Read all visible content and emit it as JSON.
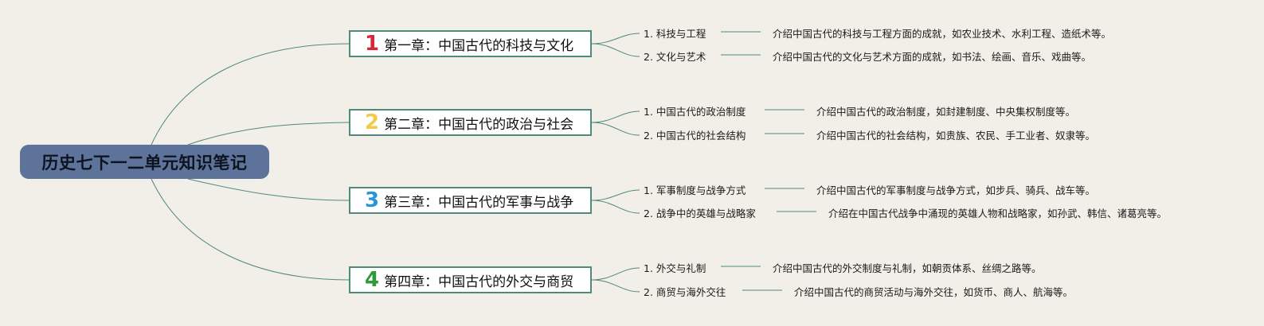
{
  "root": {
    "title": "历史七下一二单元知识笔记"
  },
  "chapters": [
    {
      "number": "1",
      "color": "#d9263a",
      "title": "第一章：中国古代的科技与文化",
      "items": [
        {
          "label": "1. 科技与工程",
          "desc": "介绍中国古代的科技与工程方面的成就，如农业技术、水利工程、造纸术等。"
        },
        {
          "label": "2. 文化与艺术",
          "desc": "介绍中国古代的文化与艺术方面的成就，如书法、绘画、音乐、戏曲等。"
        }
      ]
    },
    {
      "number": "2",
      "color": "#f2cb4a",
      "title": "第二章：中国古代的政治与社会",
      "items": [
        {
          "label": "1. 中国古代的政治制度",
          "desc": "介绍中国古代的政治制度，如封建制度、中央集权制度等。"
        },
        {
          "label": "2. 中国古代的社会结构",
          "desc": "介绍中国古代的社会结构，如贵族、农民、手工业者、奴隶等。"
        }
      ]
    },
    {
      "number": "3",
      "color": "#2a95d4",
      "title": "第三章：中国古代的军事与战争",
      "items": [
        {
          "label": "1. 军事制度与战争方式",
          "desc": "介绍中国古代的军事制度与战争方式，如步兵、骑兵、战车等。"
        },
        {
          "label": "2. 战争中的英雄与战略家",
          "desc": "介绍在中国古代战争中涌现的英雄人物和战略家，如孙武、韩信、诸葛亮等。"
        }
      ]
    },
    {
      "number": "4",
      "color": "#2e9a3a",
      "title": "第四章：中国古代的外交与商贸",
      "items": [
        {
          "label": "1. 外交与礼制",
          "desc": "介绍中国古代的外交制度与礼制，如朝贡体系、丝绸之路等。"
        },
        {
          "label": "2. 商贸与海外交往",
          "desc": "介绍中国古代的商贸活动与海外交往，如货币、商人、航海等。"
        }
      ]
    }
  ],
  "style": {
    "line_color": "#4f8a7a",
    "root_color": "#5d7399",
    "background": "#f2eee8"
  }
}
